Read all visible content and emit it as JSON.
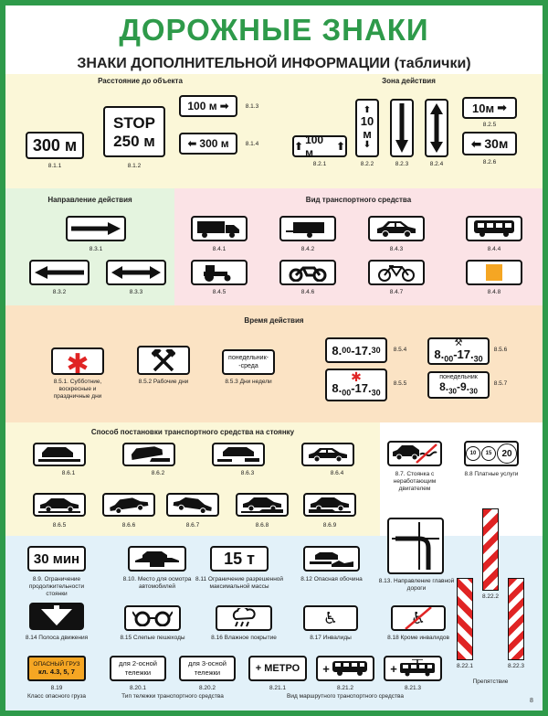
{
  "header": {
    "title": "ДОРОЖНЫЕ ЗНАКИ",
    "subtitle": "ЗНАКИ ДОПОЛНИТЕЛЬНОЙ ИНФОРМАЦИИ (таблички)"
  },
  "colors": {
    "frame": "#2e9a4a",
    "yellow": "#fbf7d8",
    "pink": "#fbe3e6",
    "green": "#e4f4df",
    "orange": "#fbe3c4",
    "blue": "#e2f1f9",
    "red": "#e02424",
    "orangeSign": "#f5a623"
  },
  "s1": {
    "title": "Расстояние до объекта",
    "s811": "300 м",
    "s812a": "STOP",
    "s812b": "250 м",
    "s813": "100 м",
    "s814": "300 м",
    "n811": "8.1.1",
    "n812": "8.1.2",
    "n813": "8.1.3",
    "n814": "8.1.4"
  },
  "s2": {
    "title": "Зона действия",
    "s821": "100 м",
    "s822a": "10",
    "s822b": "м",
    "s825": "10м",
    "s826": "30м",
    "n821": "8.2.1",
    "n822": "8.2.2",
    "n823": "8.2.3",
    "n824": "8.2.4",
    "n825": "8.2.5",
    "n826": "8.2.6"
  },
  "s3": {
    "title": "Направление действия",
    "n831": "8.3.1",
    "n832": "8.3.2",
    "n833": "8.3.3"
  },
  "s4": {
    "title": "Вид транспортного средства",
    "n841": "8.4.1",
    "n842": "8.4.2",
    "n843": "8.4.3",
    "n844": "8.4.4",
    "n845": "8.4.5",
    "n846": "8.4.6",
    "n847": "8.4.7",
    "n848": "8.4.8"
  },
  "s5": {
    "title": "Время действия",
    "l851": "8.5.1. Субботние, воскресные и праздничные дни",
    "l852": "8.5.2 Рабочие дни",
    "s853a": "понедельник-",
    "s853b": "-среда",
    "l853": "8.5.3 Дни недели",
    "t854a": "8.",
    "t854b": "00",
    "t854c": "-17.",
    "t854d": "30",
    "n854": "8.5.4",
    "t855a": "8.",
    "t855b": "00",
    "t855c": "-17.",
    "t855d": "30",
    "n855": "8.5.5",
    "t856a": "8.",
    "t856b": "00",
    "t856c": "-17.",
    "t856d": "30",
    "n856": "8.5.6",
    "s857a": "понедельник",
    "t857a": "8.",
    "t857b": "30",
    "t857c": "-9.",
    "t857d": "30",
    "n857": "8.5.7"
  },
  "s6": {
    "title": "Способ постановки транспортного средства на стоянку",
    "n861": "8.6.1",
    "n862": "8.6.2",
    "n863": "8.6.3",
    "n864": "8.6.4",
    "n865": "8.6.5",
    "n866": "8.6.6",
    "n867": "8.6.7",
    "n868": "8.6.8",
    "n869": "8.6.9",
    "l87": "8.7. Стоянка с неработающим двигателем",
    "s88a": "10",
    "s88b": "15",
    "s88c": "20",
    "l88": "8.8 Платные услуги"
  },
  "s7": {
    "s89": "30 мин",
    "l89": "8.9. Ограничение продолжительности стоянки",
    "l810": "8.10. Место для осмотра автомобилей",
    "s811": "15 т",
    "l811": "8.11 Ограничение разрешенной максимальной массы",
    "l812": "8.12 Опасная обочина",
    "l813": "8.13. Направление главной дороги",
    "l814": "8.14 Полоса движения",
    "l815": "8.15 Слепые пешеходы",
    "l816": "8.16 Влажное покрытие",
    "l817": "8.17 Инвалиды",
    "l818": "8.18 Кроме инвалидов",
    "s819a": "ОПАСНЫЙ ГРУЗ",
    "s819b": "кл. 4.3, 5, 7",
    "n819": "8.19",
    "l819": "Класс опасного груза",
    "s8201a": "для 2-осной",
    "s8201b": "тележки",
    "n8201": "8.20.1",
    "s8202a": "для 3-осной",
    "s8202b": "тележки",
    "n8202": "8.20.2",
    "l820": "Тип тележки транспортного средства",
    "s8211": "+ МЕТРО",
    "n8211": "8.21.1",
    "n8212": "8.21.2",
    "n8213": "8.21.3",
    "l821": "Вид маршрутного транспортного средства",
    "n8222": "8.22.2",
    "n8221": "8.22.1",
    "n8223": "8.22.3",
    "l822": "Препятствие",
    "page": "8"
  }
}
